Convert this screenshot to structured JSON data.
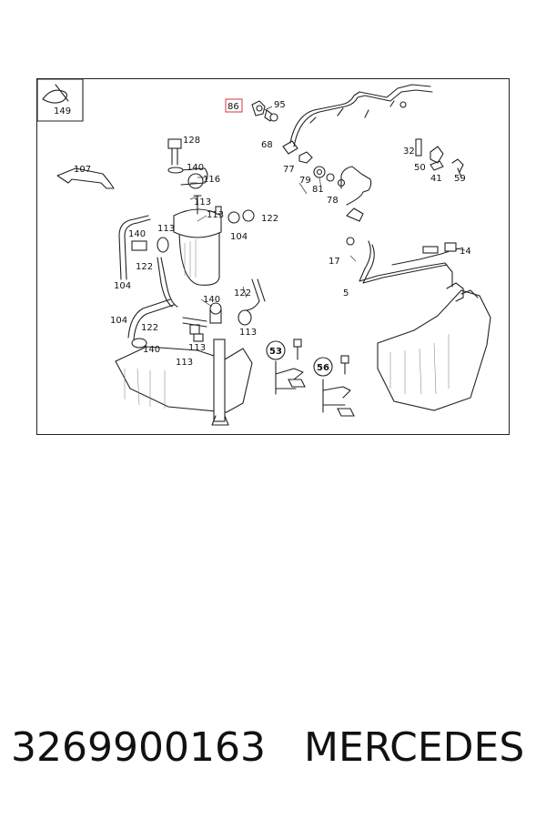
{
  "diagram": {
    "inset_label": "149",
    "highlighted_label": "86",
    "highlight_color": "#e0303a",
    "callouts": [
      "95",
      "128",
      "68",
      "140",
      "116",
      "107",
      "113",
      "113",
      "122",
      "77",
      "79",
      "81",
      "78",
      "32",
      "50",
      "41",
      "59",
      "14",
      "17",
      "5",
      "113",
      "140",
      "104",
      "122",
      "104",
      "140",
      "122",
      "104",
      "113",
      "122",
      "140",
      "113",
      "113"
    ],
    "circle_labels": [
      "53",
      "56"
    ]
  },
  "footer": {
    "part_number": "3269900163",
    "brand": "MERCEDES"
  }
}
